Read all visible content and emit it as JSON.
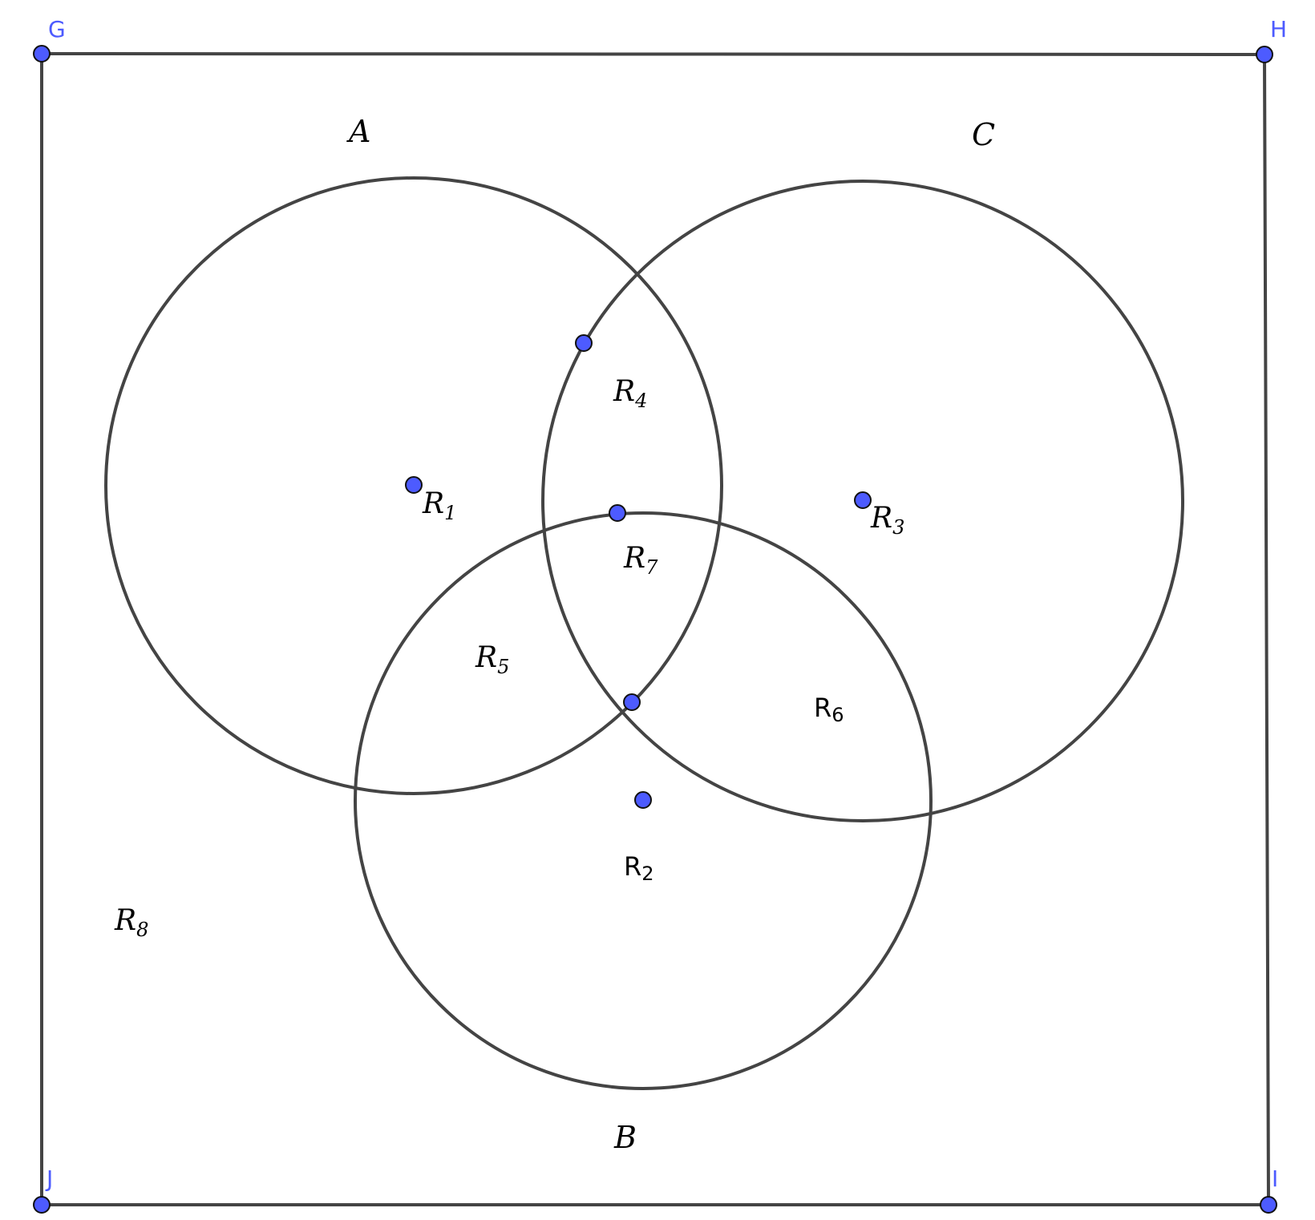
{
  "colors": {
    "point_fill": "#4d5bff",
    "stroke": "#444444",
    "label_blue": "#4d5bff"
  },
  "vertices": {
    "G": "G",
    "H": "H",
    "I": "I",
    "J": "J"
  },
  "sets": {
    "A": "A",
    "B": "B",
    "C": "C"
  },
  "regions": {
    "r1": {
      "main": "R",
      "sub": "1"
    },
    "r2": {
      "main": "R",
      "sub": "2"
    },
    "r3": {
      "main": "R",
      "sub": "3"
    },
    "r4": {
      "main": "R",
      "sub": "4"
    },
    "r5": {
      "main": "R",
      "sub": "5"
    },
    "r6": {
      "main": "R",
      "sub": "6"
    },
    "r7": {
      "main": "R",
      "sub": "7"
    },
    "r8": {
      "main": "R",
      "sub": "8"
    }
  }
}
